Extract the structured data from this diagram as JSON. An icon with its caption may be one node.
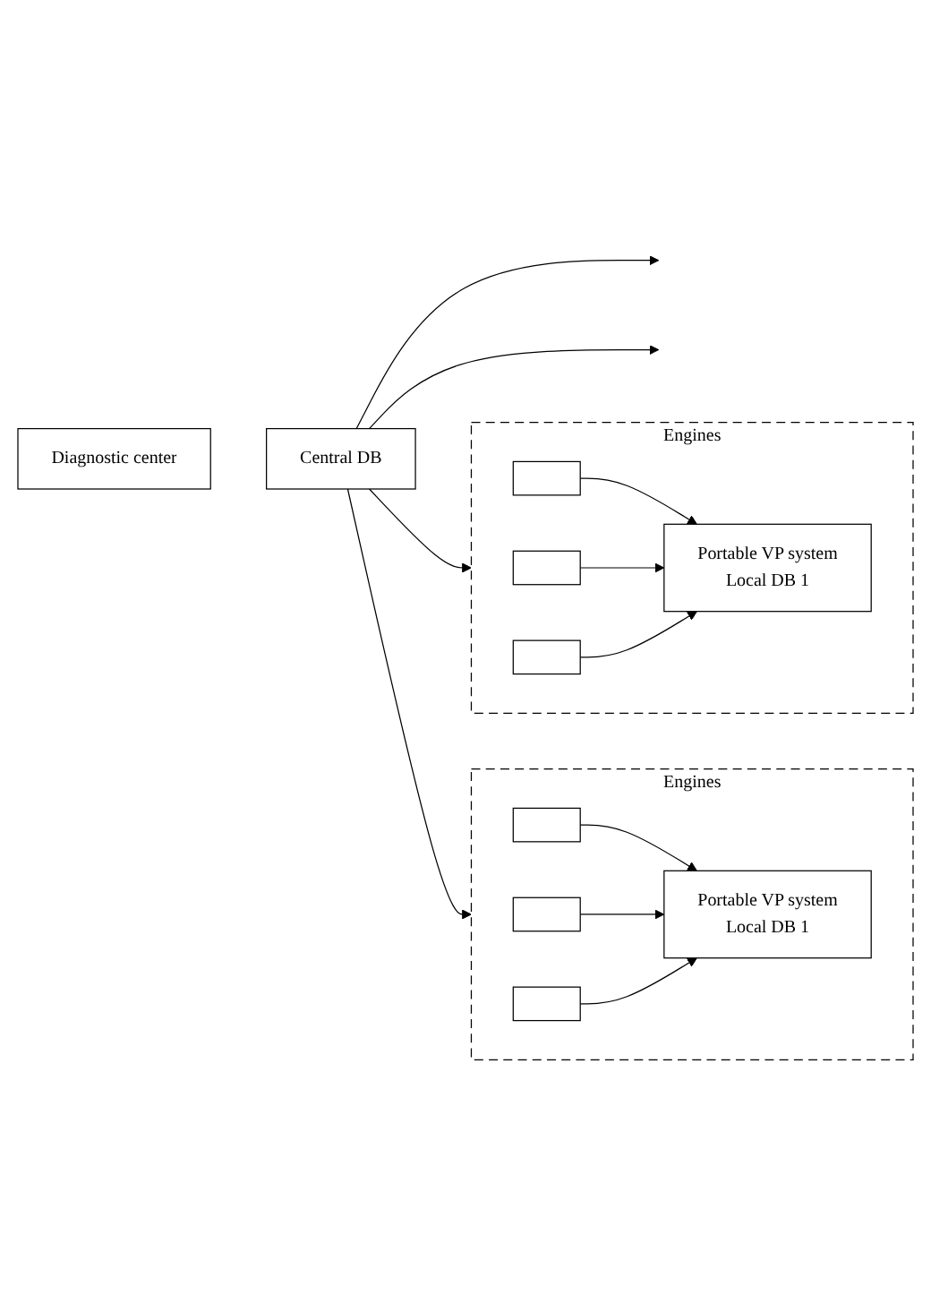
{
  "diagram": {
    "nodes": [
      {
        "text": [
          "Central DB"
        ]
      },
      {
        "text": [
          "Diagnostic center"
        ]
      },
      {
        "text": [
          "Engines"
        ]
      },
      {
        "text": [],
        "shape": "box",
        "in": 2
      },
      {
        "text": [],
        "shape": "box",
        "in": 2
      },
      {
        "text": [],
        "shape": "box",
        "in": 2
      },
      {
        "text": [
          "Portable VP system",
          "Local DB 1"
        ],
        "in": 2
      },
      {
        "text": [
          "Engines"
        ]
      },
      {
        "text": [],
        "shape": "box",
        "in": 7
      },
      {
        "text": [],
        "shape": "box",
        "in": 7
      },
      {
        "text": [],
        "shape": "box",
        "in": 7
      },
      {
        "text": [
          "Portable VP system",
          "Local DB 1"
        ],
        "in": 7
      }
    ],
    "edges": [
      {
        "from": 0,
        "to": 2,
        "arrow": "to"
      },
      {
        "from": 0,
        "to": null,
        "arrow": "to"
      },
      {
        "from": 0,
        "to": null,
        "arrow": "to"
      },
      {
        "from": 0,
        "to": 7,
        "arrow": "to"
      },
      {
        "from": 3,
        "to": 6,
        "arrow": "to"
      },
      {
        "from": 4,
        "to": 6,
        "arrow": "to"
      },
      {
        "from": 5,
        "to": 6,
        "arrow": "to"
      },
      {
        "from": 8,
        "to": 11,
        "arrow": "to"
      },
      {
        "from": 9,
        "to": 11,
        "arrow": "to"
      },
      {
        "from": 10,
        "to": 11,
        "arrow": "to"
      }
    ]
  }
}
